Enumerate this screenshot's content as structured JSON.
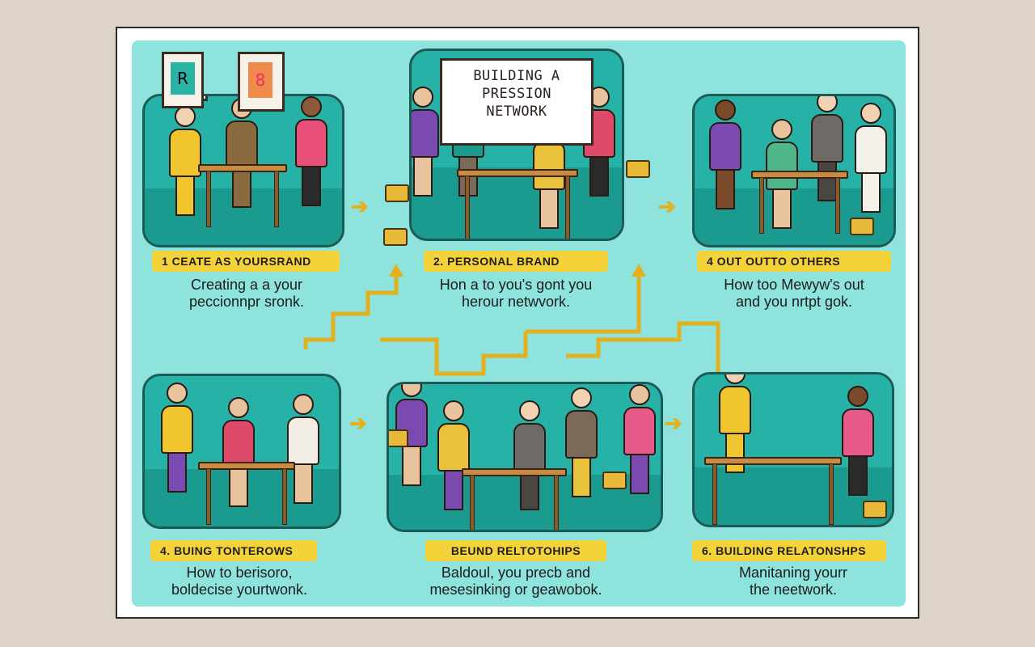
{
  "colors": {
    "background": "#ddd3c6",
    "board": "#8ee3dc",
    "panel": "#1fa39a",
    "label": "#f4d23a",
    "arrow": "#e3b11f"
  },
  "poster": {
    "sign_lines": [
      "BUILDING A",
      "PRESSION",
      "NETWORK"
    ],
    "frame_letter_1": "R",
    "frame_letter_2": "8"
  },
  "steps": [
    {
      "label": "1  CEATE AS YOURSRAND",
      "desc_lines": [
        "Creating a a your",
        "peccionnpr sronk."
      ]
    },
    {
      "label": "2.    PERSONAL BRAND",
      "desc_lines": [
        "Hon a to you's gont you",
        "herour netwvork."
      ]
    },
    {
      "label": "4    OUT OUTTO OTHERS",
      "desc_lines": [
        "How too Mewyw's out",
        "and you nrtpt gok."
      ]
    },
    {
      "label": "4.    BUING TONTEROWS",
      "desc_lines": [
        "How to berisoro,",
        "boldecise yourtwonk."
      ]
    },
    {
      "label": "BEUND RELTOTOHIPS",
      "desc_lines": [
        "Baldoul, you precb and",
        "mesesinking or geawobok."
      ]
    },
    {
      "label": "6. BUILDING RELATONSHPS",
      "desc_lines": [
        "Manitaning yourr",
        "the neetwork."
      ]
    }
  ],
  "arrows": [
    "➔",
    "➔",
    "➔",
    "➔"
  ],
  "icons": [
    "right-arrow-icon",
    "route-arrow-icon",
    "shopping-bag-icon"
  ]
}
